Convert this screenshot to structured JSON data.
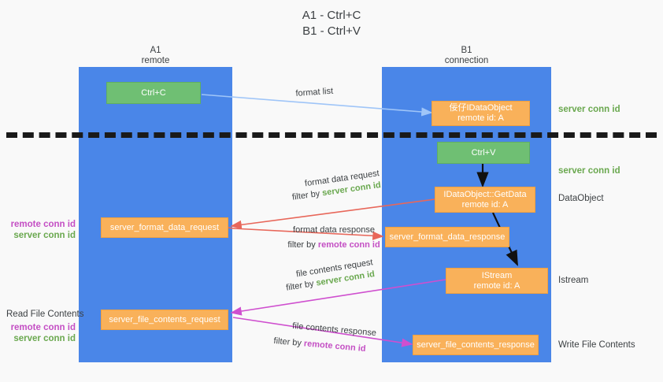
{
  "title": {
    "line1": "A1 - Ctrl+C",
    "line2": "B1 - Ctrl+V"
  },
  "lanes": [
    {
      "name": "A1",
      "sub": "remote"
    },
    {
      "name": "B1",
      "sub": "connection"
    }
  ],
  "boxes": {
    "ctrl_c": {
      "label": "Ctrl+C"
    },
    "idataobject_top": {
      "line1": "佞仔IDataObject",
      "line2": "remote id: A"
    },
    "ctrl_v": {
      "label": "Ctrl+V"
    },
    "getdata": {
      "line1": "IDataObject::GetData",
      "line2": "remote id: A"
    },
    "istream": {
      "line1": "IStream",
      "line2": "remote id: A"
    },
    "server_format_data_request": {
      "label": "server_format_data_request"
    },
    "server_format_data_response": {
      "label": "server_format_data_response"
    },
    "server_file_contents_request": {
      "label": "server_file_contents_request"
    },
    "server_file_contents_response": {
      "label": "server_file_contents_response"
    }
  },
  "right_labels": {
    "conn_id_top": "server conn id",
    "conn_id_mid": "server conn id",
    "dataobject": "DataObject",
    "istream": "Istream",
    "write_file_contents": "Write File Contents"
  },
  "left_labels": {
    "read_file_contents": "Read File Contents",
    "remote_conn_id_1": "remote conn id",
    "server_conn_id_1": "server conn id",
    "remote_conn_id_2": "remote conn id",
    "server_conn_id_2": "server conn id"
  },
  "arrow_captions": {
    "format_list": "format list",
    "format_data_request": "format data request",
    "format_data_request_filter_prefix": "filter by ",
    "format_data_request_filter_value": "server conn id",
    "format_data_response": "format data response",
    "format_data_response_filter_prefix": "filter by ",
    "format_data_response_filter_value": "remote conn id",
    "file_contents_request": "file contents request",
    "file_contents_request_filter_prefix": "filter by ",
    "file_contents_request_filter_value": "server conn id",
    "file_contents_response": "file contents response",
    "file_contents_response_filter_prefix": "filter by ",
    "file_contents_response_filter_value": "remote conn id"
  },
  "colors": {
    "lane": "#4a86e8",
    "orange": "#f9b15a",
    "green_box": "#6fbf73",
    "green_text": "#6aa84f",
    "magenta_text": "#c44fc4",
    "salmon_arrow": "#e8675a",
    "light_blue_arrow": "#9fc5f8",
    "magenta_arrow": "#cf4fcf",
    "background": "#f9f9f9",
    "divider": "#1a1a1a"
  }
}
